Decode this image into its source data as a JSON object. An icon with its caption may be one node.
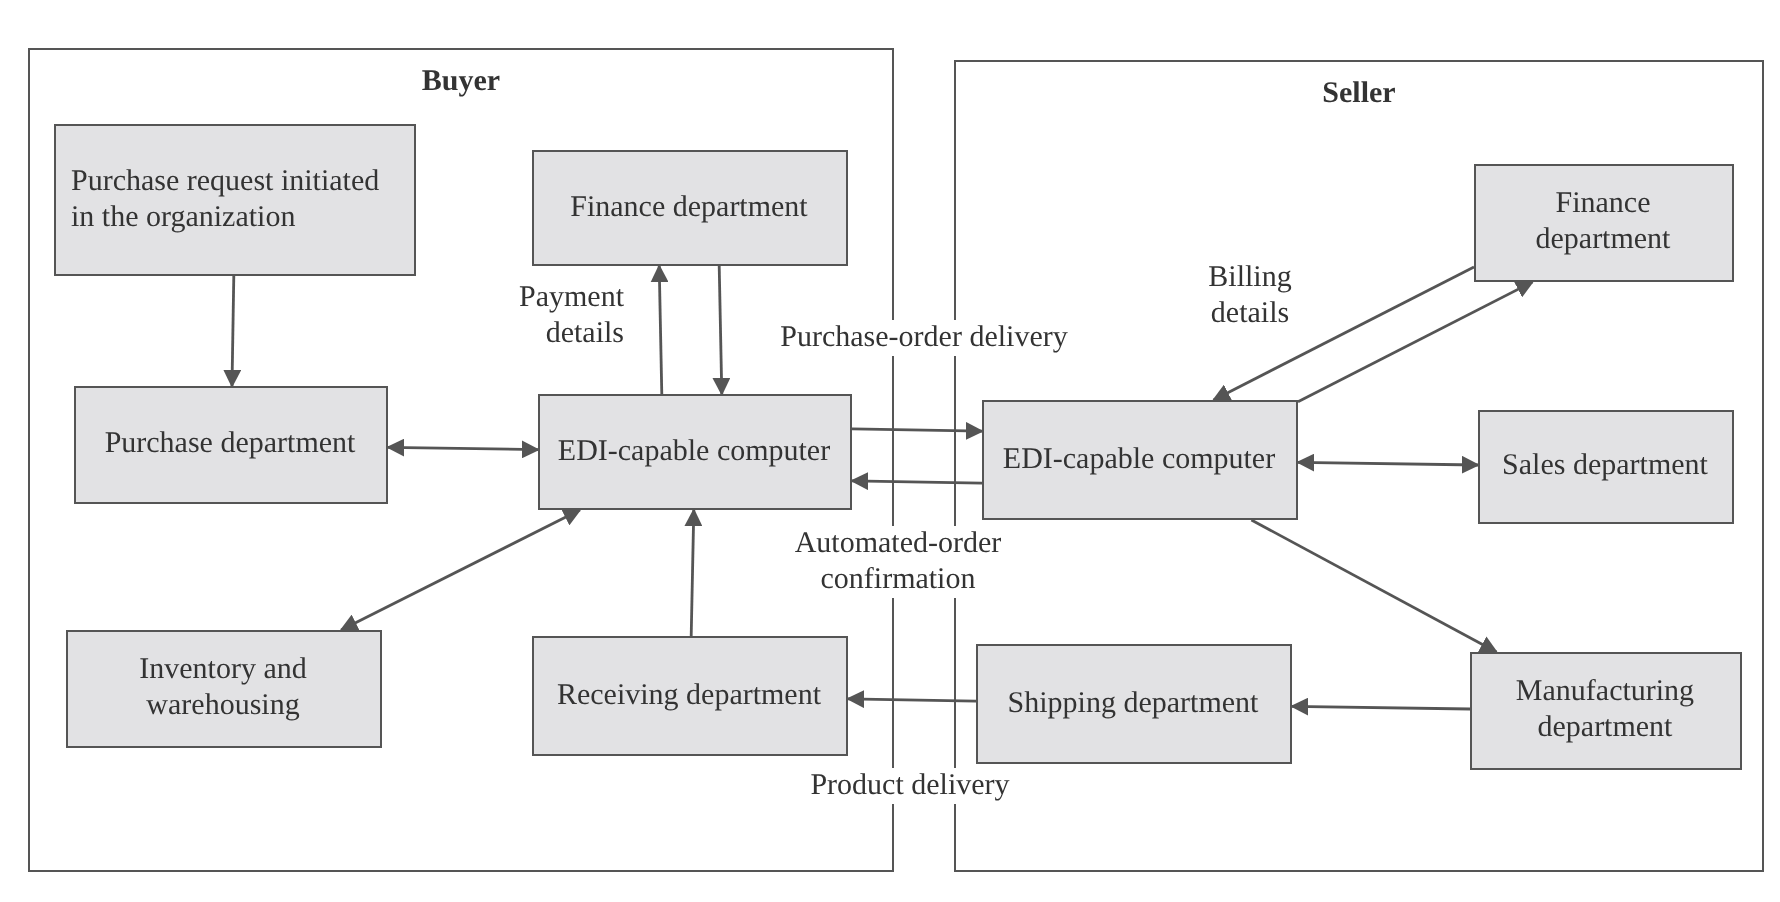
{
  "diagram": {
    "nodes": [
      {
        "text": [
          "Buyer"
        ]
      },
      {
        "text": [
          "Purchase request initiated in the organization"
        ],
        "in": 0
      },
      {
        "text": [
          "Finance department"
        ],
        "in": 0
      },
      {
        "text": [
          "Purchase department"
        ],
        "in": 0
      },
      {
        "text": [
          "EDI-capable computer"
        ],
        "in": 0
      },
      {
        "text": [
          "Inventory and warehousing"
        ],
        "in": 0
      },
      {
        "text": [
          "Receiving department"
        ],
        "in": 0
      },
      {
        "text": [
          "Seller"
        ]
      },
      {
        "text": [
          "Finance department"
        ],
        "in": 7
      },
      {
        "text": [
          "EDI-capable computer"
        ],
        "in": 7
      },
      {
        "text": [
          "Sales department"
        ],
        "in": 7
      },
      {
        "text": [
          "Shipping department"
        ],
        "in": 7
      },
      {
        "text": [
          "Manufacturing department"
        ],
        "in": 7
      }
    ],
    "edges": [
      {
        "from": 1,
        "to": 3,
        "arrow": "to"
      },
      {
        "from": 4,
        "to": 2,
        "arrow": "to",
        "label": "Payment details"
      },
      {
        "from": 2,
        "to": 4,
        "arrow": "to"
      },
      {
        "from": 3,
        "to": 4,
        "arrow": "both"
      },
      {
        "from": 4,
        "to": 5,
        "arrow": "both"
      },
      {
        "from": 6,
        "to": 4,
        "arrow": "to"
      },
      {
        "from": 4,
        "to": 9,
        "arrow": "to",
        "label": "Purchase-order delivery"
      },
      {
        "from": 9,
        "to": 4,
        "arrow": "to",
        "label": "Automated-order confirmation"
      },
      {
        "from": 8,
        "to": 9,
        "arrow": "to",
        "label": "Billing details"
      },
      {
        "from": 9,
        "to": 8,
        "arrow": "to"
      },
      {
        "from": 9,
        "to": 10,
        "arrow": "both"
      },
      {
        "from": 9,
        "to": 12,
        "arrow": "to"
      },
      {
        "from": 12,
        "to": 11,
        "arrow": "to"
      },
      {
        "from": 11,
        "to": 6,
        "arrow": "to",
        "label": "Product delivery"
      }
    ]
  }
}
